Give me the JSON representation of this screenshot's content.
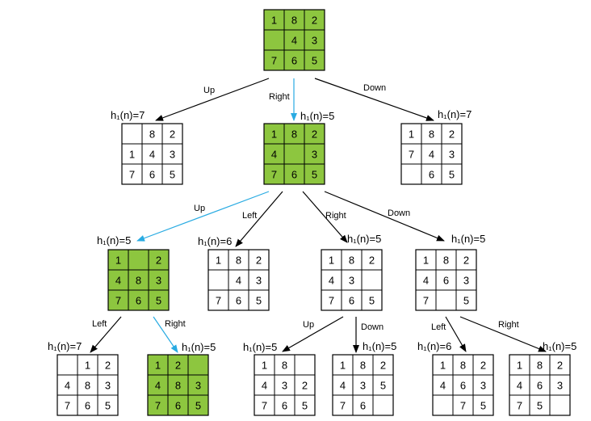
{
  "colors": {
    "highlight": "#8DC63F",
    "highlight_edge": "#29ABE2",
    "edge": "#000000",
    "cell_border": "#000000"
  },
  "nodes": {
    "root": {
      "cells": [
        "1",
        "8",
        "2",
        "",
        "4",
        "3",
        "7",
        "6",
        "5"
      ],
      "h": "",
      "highlight": true
    },
    "l1_up": {
      "cells": [
        "",
        "8",
        "2",
        "1",
        "4",
        "3",
        "7",
        "6",
        "5"
      ],
      "h": "h₁(n)=7",
      "highlight": false
    },
    "l1_right": {
      "cells": [
        "1",
        "8",
        "2",
        "4",
        "",
        "3",
        "7",
        "6",
        "5"
      ],
      "h": "h₁(n)=5",
      "highlight": true
    },
    "l1_down": {
      "cells": [
        "1",
        "8",
        "2",
        "7",
        "4",
        "3",
        "",
        "6",
        "5"
      ],
      "h": "h₁(n)=7",
      "highlight": false
    },
    "l2_up": {
      "cells": [
        "1",
        "",
        "2",
        "4",
        "8",
        "3",
        "7",
        "6",
        "5"
      ],
      "h": "h₁(n)=5",
      "highlight": true
    },
    "l2_left": {
      "cells": [
        "1",
        "8",
        "2",
        "",
        "4",
        "3",
        "7",
        "6",
        "5"
      ],
      "h": "h₁(n)=6",
      "highlight": false
    },
    "l2_right": {
      "cells": [
        "1",
        "8",
        "2",
        "4",
        "3",
        "",
        "7",
        "6",
        "5"
      ],
      "h": "h₁(n)=5",
      "highlight": false
    },
    "l2_down": {
      "cells": [
        "1",
        "8",
        "2",
        "4",
        "6",
        "3",
        "7",
        "",
        "5"
      ],
      "h": "h₁(n)=5",
      "highlight": false
    },
    "l3_a": {
      "cells": [
        "",
        "1",
        "2",
        "4",
        "8",
        "3",
        "7",
        "6",
        "5"
      ],
      "h": "h₁(n)=7",
      "highlight": false
    },
    "l3_b": {
      "cells": [
        "1",
        "2",
        "",
        "4",
        "8",
        "3",
        "7",
        "6",
        "5"
      ],
      "h": "h₁(n)=5",
      "highlight": true
    },
    "l3_c": {
      "cells": [
        "1",
        "8",
        "",
        "4",
        "3",
        "2",
        "7",
        "6",
        "5"
      ],
      "h": "h₁(n)=5",
      "highlight": false
    },
    "l3_d": {
      "cells": [
        "1",
        "8",
        "2",
        "4",
        "3",
        "5",
        "7",
        "6",
        ""
      ],
      "h": "h₁(n)=5",
      "highlight": false
    },
    "l3_e": {
      "cells": [
        "1",
        "8",
        "2",
        "4",
        "6",
        "3",
        "",
        "7",
        "5"
      ],
      "h": "h₁(n)=6",
      "highlight": false
    },
    "l3_f": {
      "cells": [
        "1",
        "8",
        "2",
        "4",
        "6",
        "3",
        "7",
        "5",
        ""
      ],
      "h": "h₁(n)=5",
      "highlight": false
    }
  },
  "edges": [
    {
      "from": "root",
      "to": "l1_up",
      "label": "Up",
      "highlight": false
    },
    {
      "from": "root",
      "to": "l1_right",
      "label": "Right",
      "highlight": true
    },
    {
      "from": "root",
      "to": "l1_down",
      "label": "Down",
      "highlight": false
    },
    {
      "from": "l1_right",
      "to": "l2_up",
      "label": "Up",
      "highlight": true
    },
    {
      "from": "l1_right",
      "to": "l2_left",
      "label": "Left",
      "highlight": false
    },
    {
      "from": "l1_right",
      "to": "l2_right",
      "label": "Right",
      "highlight": false
    },
    {
      "from": "l1_right",
      "to": "l2_down",
      "label": "Down",
      "highlight": false
    },
    {
      "from": "l2_up",
      "to": "l3_a",
      "label": "Left",
      "highlight": false
    },
    {
      "from": "l2_up",
      "to": "l3_b",
      "label": "Right",
      "highlight": true
    },
    {
      "from": "l2_right",
      "to": "l3_c",
      "label": "Up",
      "highlight": false
    },
    {
      "from": "l2_right",
      "to": "l3_d",
      "label": "Down",
      "highlight": false
    },
    {
      "from": "l2_down",
      "to": "l3_e",
      "label": "Left",
      "highlight": false
    },
    {
      "from": "l2_down",
      "to": "l3_f",
      "label": "Right",
      "highlight": false
    }
  ]
}
